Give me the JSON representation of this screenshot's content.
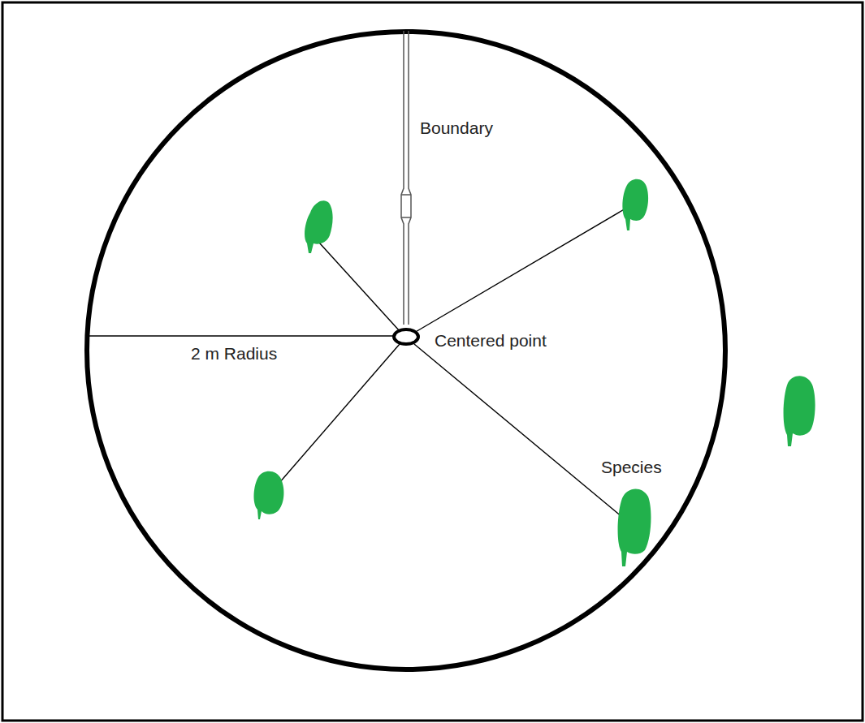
{
  "diagram": {
    "labels": [
      "Boundary",
      "2 m Radius",
      "Centered point",
      "Species"
    ]
  }
}
